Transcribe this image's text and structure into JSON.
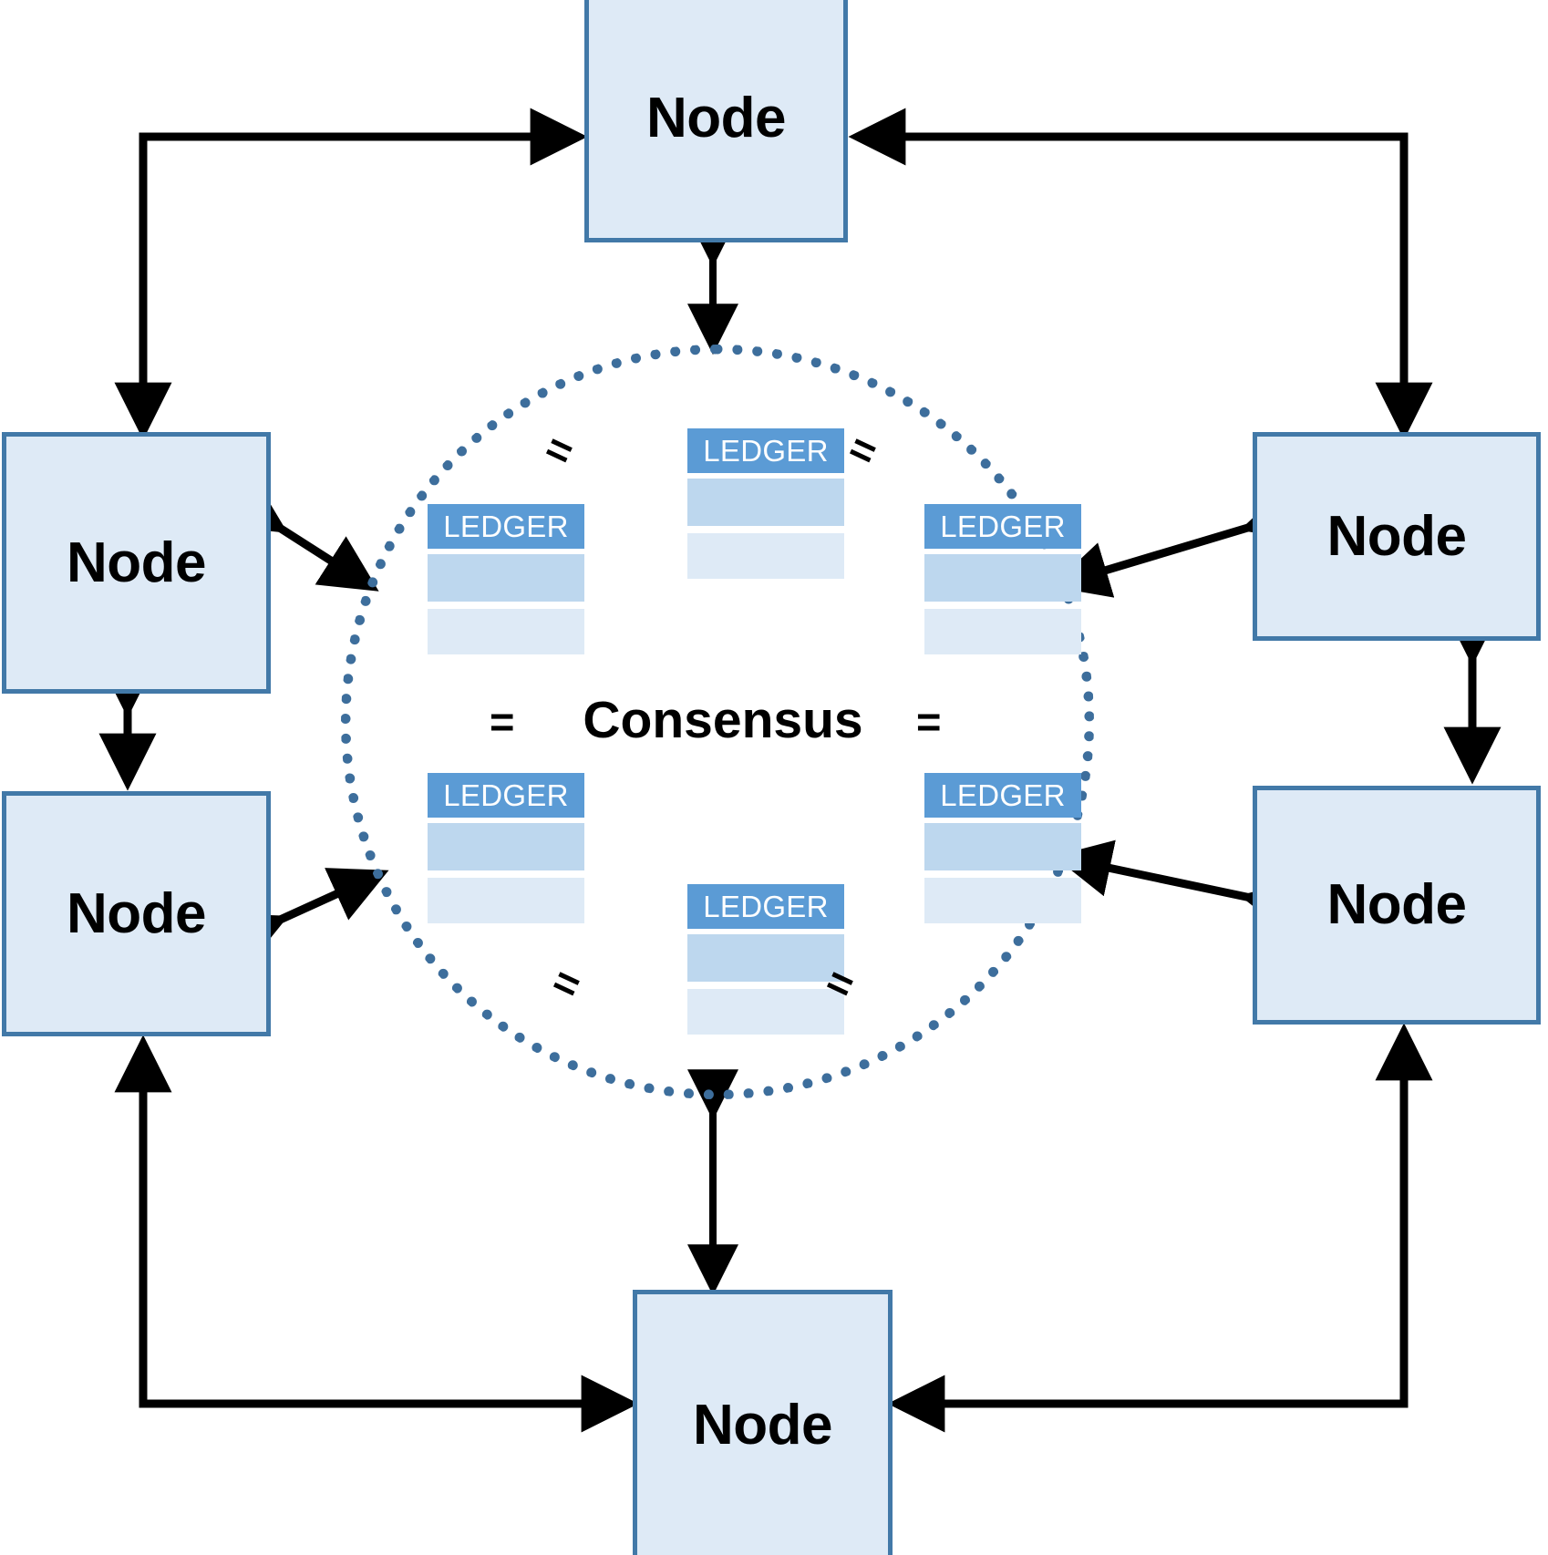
{
  "diagram": {
    "title_text": "Consensus",
    "center": {
      "label": "Consensus",
      "circle_style": "dotted",
      "circle_color": "#3D6E9C"
    },
    "colors": {
      "node_fill": "#DEEAF6",
      "node_border": "#4279A8",
      "ledger_header": "#5B9BD5",
      "ledger_row_mid": "#BDD7EE",
      "ledger_row_light": "#DEEAF6",
      "arrow": "#000000",
      "circle": "#3D6E9C"
    },
    "nodes": [
      {
        "id": "node-top",
        "label": "Node",
        "position": "top"
      },
      {
        "id": "node-left-upper",
        "label": "Node",
        "position": "left-upper"
      },
      {
        "id": "node-left-lower",
        "label": "Node",
        "position": "left-lower"
      },
      {
        "id": "node-right-upper",
        "label": "Node",
        "position": "right-upper"
      },
      {
        "id": "node-right-lower",
        "label": "Node",
        "position": "right-lower"
      },
      {
        "id": "node-bottom",
        "label": "Node",
        "position": "bottom"
      }
    ],
    "ledgers": [
      {
        "id": "ledger-top",
        "header": "LEDGER",
        "rows": 2,
        "position": "top"
      },
      {
        "id": "ledger-left-upper",
        "header": "LEDGER",
        "rows": 2,
        "position": "left-upper"
      },
      {
        "id": "ledger-right-upper",
        "header": "LEDGER",
        "rows": 2,
        "position": "right-upper"
      },
      {
        "id": "ledger-left-lower",
        "header": "LEDGER",
        "rows": 2,
        "position": "left-lower"
      },
      {
        "id": "ledger-right-lower",
        "header": "LEDGER",
        "rows": 2,
        "position": "right-lower"
      },
      {
        "id": "ledger-bottom",
        "header": "LEDGER",
        "rows": 2,
        "position": "bottom"
      }
    ],
    "equals_marks": [
      {
        "id": "eq-top-left",
        "symbol": "=",
        "orientation": "slanted"
      },
      {
        "id": "eq-top-right",
        "symbol": "=",
        "orientation": "slanted"
      },
      {
        "id": "eq-mid-left",
        "symbol": "=",
        "orientation": "vertical"
      },
      {
        "id": "eq-mid-right",
        "symbol": "=",
        "orientation": "vertical"
      },
      {
        "id": "eq-bottom-left",
        "symbol": "=",
        "orientation": "slanted"
      },
      {
        "id": "eq-bottom-right",
        "symbol": "=",
        "orientation": "slanted"
      }
    ]
  }
}
